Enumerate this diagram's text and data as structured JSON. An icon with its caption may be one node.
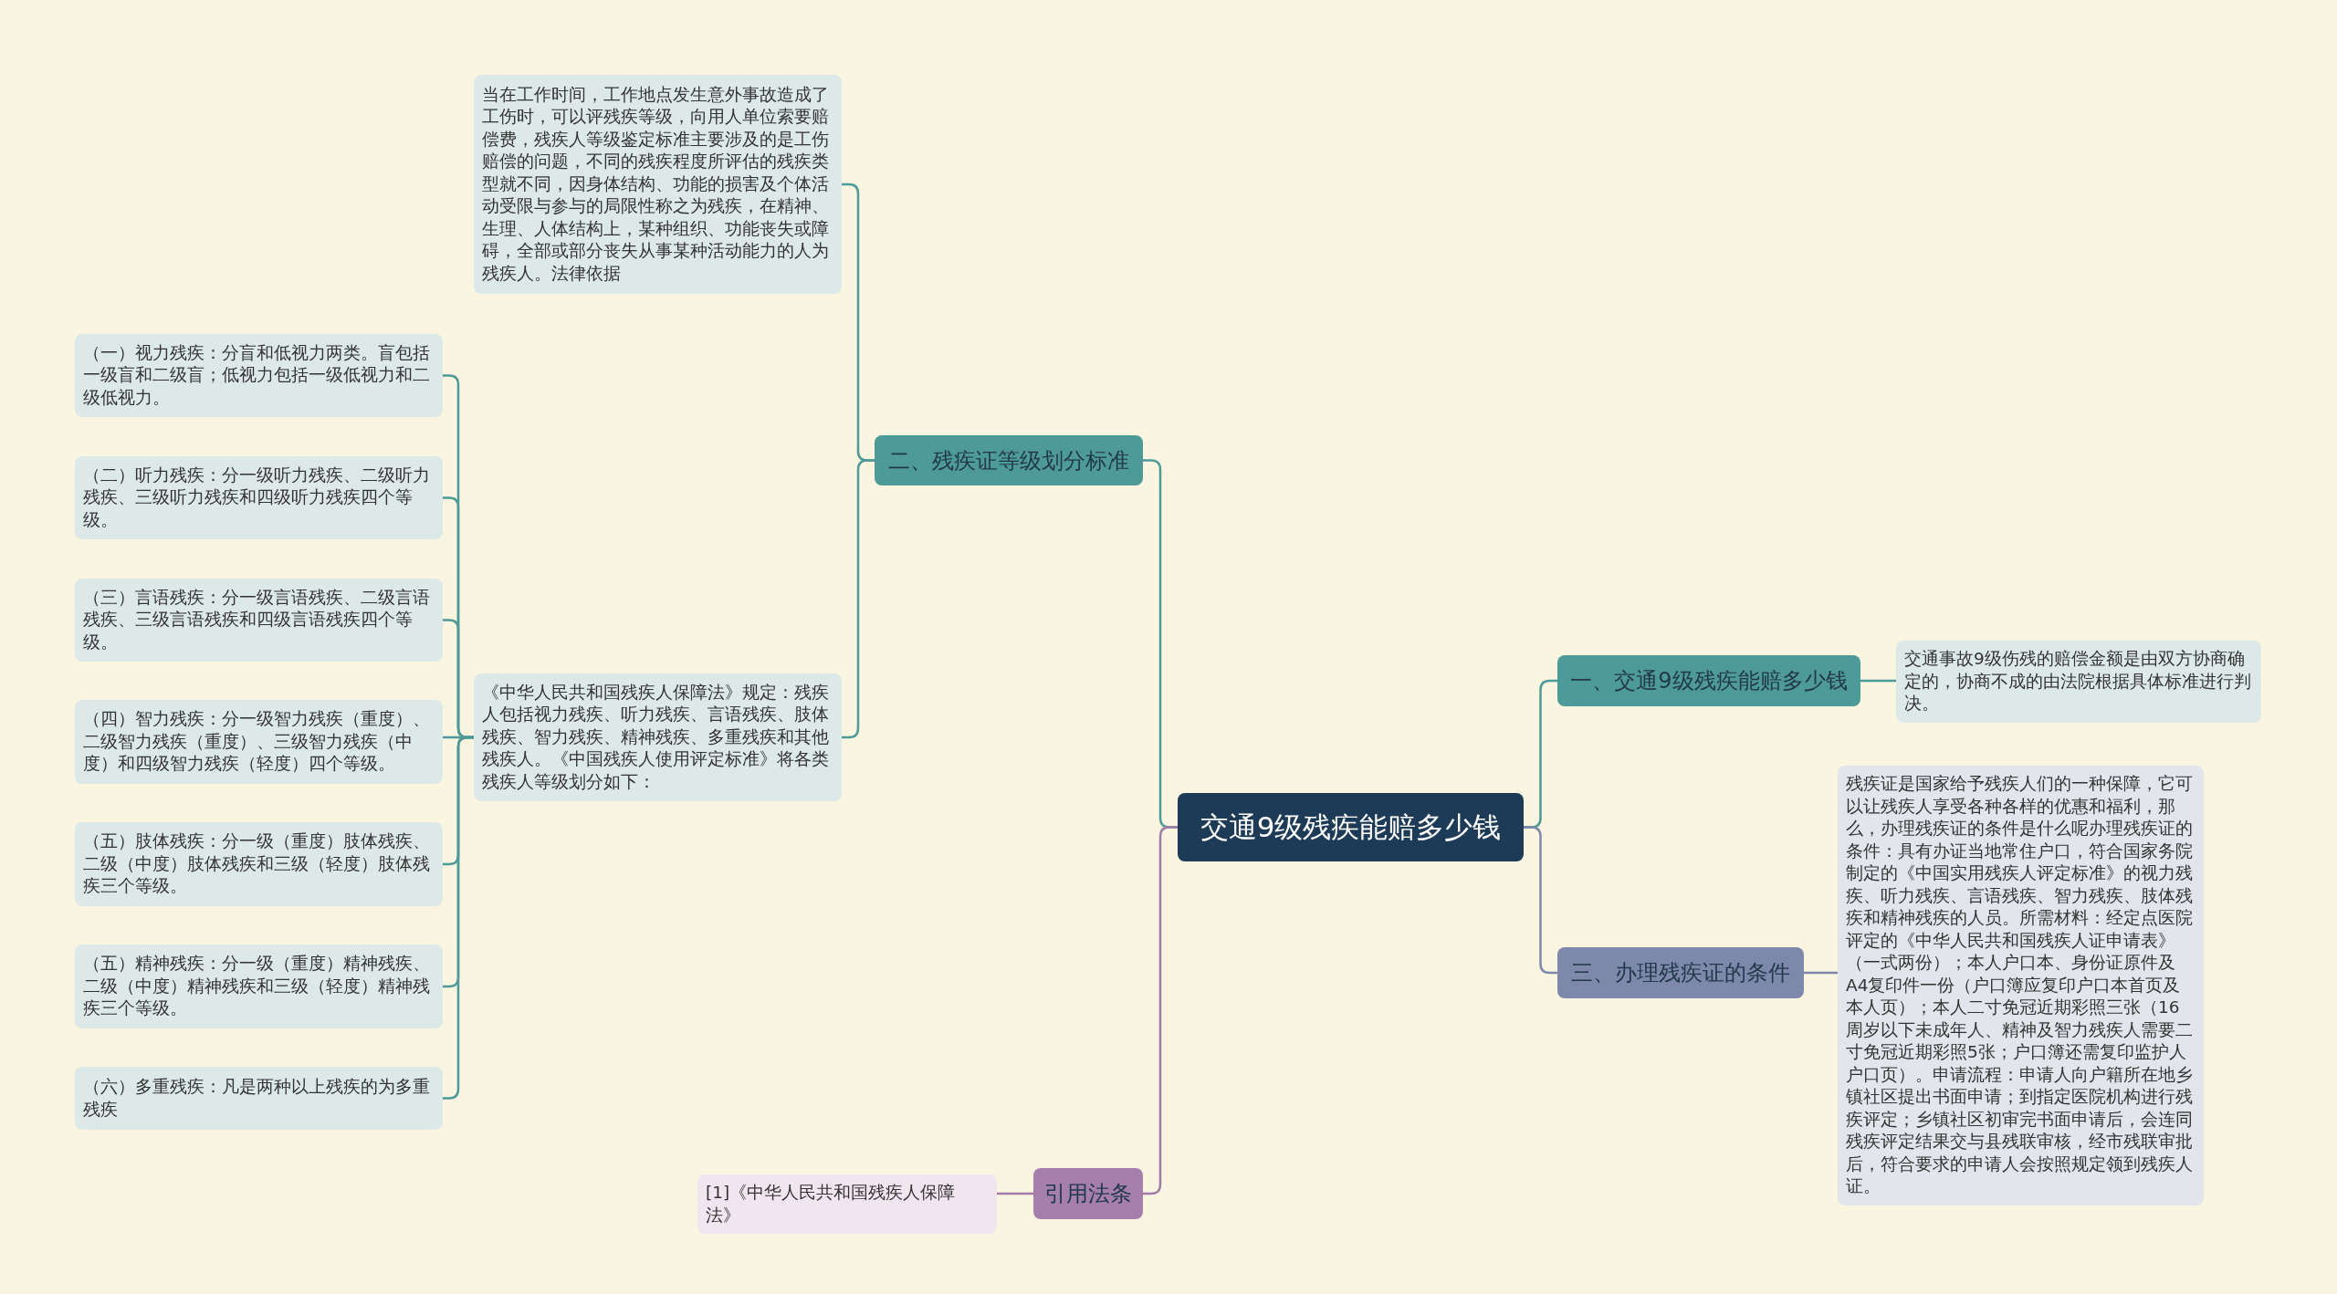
{
  "diagram": {
    "nodes": [
      {
        "text": [
          "交通9级残疾能赔多少钱"
        ]
      },
      {
        "text": [
          "二、残疾证等级划分标准"
        ]
      },
      {
        "text": [
          "当在工作时间，工作地点发生意外事故造成了工伤时，可以评残疾等级，向用人单位索要赔偿费，残疾人等级鉴定标准主要涉及的是工伤赔偿的问题，不同的残疾程度所评估的残疾类型就不同，因身体结构、功能的损害及个体活动受限与参与的局限性称之为残疾，在精神、生理、人体结构上，某种组织、功能丧失或障碍，全部或部分丧失从事某种活动能力的人为残疾人。法律依据"
        ]
      },
      {
        "text": [
          "《中华人民共和国残疾人保障法》规定：残疾人包括视力残疾、听力残疾、言语残疾、肢体残疾、智力残疾、精神残疾、多重残疾和其他残疾人。《中国残疾人使用评定标准》将各类残疾人等级划分如下："
        ]
      },
      {
        "text": [
          "（一）视力残疾：分盲和低视力两类。盲包括一级盲和二级盲；低视力包括一级低视力和二级低视力。"
        ]
      },
      {
        "text": [
          "（二）听力残疾：分一级听力残疾、二级听力残疾、三级听力残疾和四级听力残疾四个等级。"
        ]
      },
      {
        "text": [
          "（三）言语残疾：分一级言语残疾、二级言语残疾、三级言语残疾和四级言语残疾四个等级。"
        ]
      },
      {
        "text": [
          "（四）智力残疾：分一级智力残疾（重度）、二级智力残疾（重度）、三级智力残疾（中度）和四级智力残疾（轻度）四个等级。"
        ]
      },
      {
        "text": [
          "（五）肢体残疾：分一级（重度）肢体残疾、二级（中度）肢体残疾和三级（轻度）肢体残疾三个等级。"
        ]
      },
      {
        "text": [
          "（五）精神残疾：分一级（重度）精神残疾、二级（中度）精神残疾和三级（轻度）精神残疾三个等级。"
        ]
      },
      {
        "text": [
          "（六）多重残疾：凡是两种以上残疾的为多重残疾"
        ]
      },
      {
        "text": [
          "一、交通9级残疾能赔多少钱"
        ]
      },
      {
        "text": [
          "交通事故9级伤残的赔偿金额是由双方协商确定的，协商不成的由法院根据具体标准进行判决。"
        ]
      },
      {
        "text": [
          "三、办理残疾证的条件"
        ]
      },
      {
        "text": [
          "残疾证是国家给予残疾人们的一种保障，它可以让残疾人享受各种各样的优惠和福利，那么，办理残疾证的条件是什么呢办理残疾证的条件：具有办证当地常住户口，符合国家务院制定的《中国实用残疾人评定标准》的视力残疾、听力残疾、言语残疾、智力残疾、肢体残疾和精神残疾的人员。所需材料：经定点医院评定的《中华人民共和国残疾人证申请表》（一式两份）；本人户口本、身份证原件及A4复印件一份（户口簿应复印户口本首页及本人页）；本人二寸免冠近期彩照三张（16周岁以下未成年人、精神及智力残疾人需要二寸免冠近期彩照5张；户口簿还需复印监护人户口页）。申请流程：申请人向户籍所在地乡镇社区提出书面申请；到指定医院机构进行残疾评定；乡镇社区初审完书面申请后，会连同残疾评定结果交与县残联审核，经市残联审批后，符合要求的申请人会按照规定领到残疾人证。"
        ]
      },
      {
        "text": [
          "引用法条"
        ]
      },
      {
        "text": [
          "[1]《中华人民共和国残疾人保障法》"
        ]
      }
    ],
    "edges": [
      {
        "from": 0,
        "to": 1,
        "arrow": "none"
      },
      {
        "from": 1,
        "to": 2,
        "arrow": "none"
      },
      {
        "from": 1,
        "to": 3,
        "arrow": "none"
      },
      {
        "from": 3,
        "to": 4,
        "arrow": "none"
      },
      {
        "from": 3,
        "to": 5,
        "arrow": "none"
      },
      {
        "from": 3,
        "to": 6,
        "arrow": "none"
      },
      {
        "from": 3,
        "to": 7,
        "arrow": "none"
      },
      {
        "from": 3,
        "to": 8,
        "arrow": "none"
      },
      {
        "from": 3,
        "to": 9,
        "arrow": "none"
      },
      {
        "from": 3,
        "to": 10,
        "arrow": "none"
      },
      {
        "from": 0,
        "to": 11,
        "arrow": "none"
      },
      {
        "from": 11,
        "to": 12,
        "arrow": "none"
      },
      {
        "from": 0,
        "to": 13,
        "arrow": "none",
        "color": "#7d87a9"
      },
      {
        "from": 13,
        "to": 14,
        "arrow": "none",
        "color": "#7d87a9"
      },
      {
        "from": 0,
        "to": 15,
        "arrow": "none",
        "color": "#a07aa8"
      },
      {
        "from": 15,
        "to": 16,
        "arrow": "none",
        "color": "#a07aa8"
      }
    ]
  }
}
